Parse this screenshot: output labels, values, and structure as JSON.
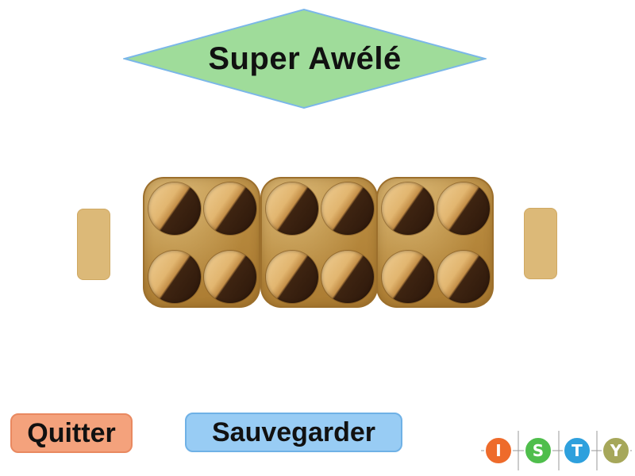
{
  "title": "Super Awélé",
  "colors": {
    "title_fill": "#9fdc9a",
    "title_border": "#7bb7e8",
    "quit_button": "#f4a27c",
    "save_button": "#98ccf4",
    "granary": "#dcb978",
    "board_wood": "#b88a3e"
  },
  "board": {
    "granaries": [
      "left",
      "right"
    ],
    "blocks": 3,
    "pits_per_block": 4
  },
  "buttons": {
    "quit_label": "Quitter",
    "save_label": "Sauvegarder"
  },
  "logo": {
    "letters": [
      "I",
      "S",
      "T",
      "Y"
    ],
    "colors": [
      "#ee6b2b",
      "#4fbe4c",
      "#2ea0dd",
      "#a6a75a"
    ]
  }
}
